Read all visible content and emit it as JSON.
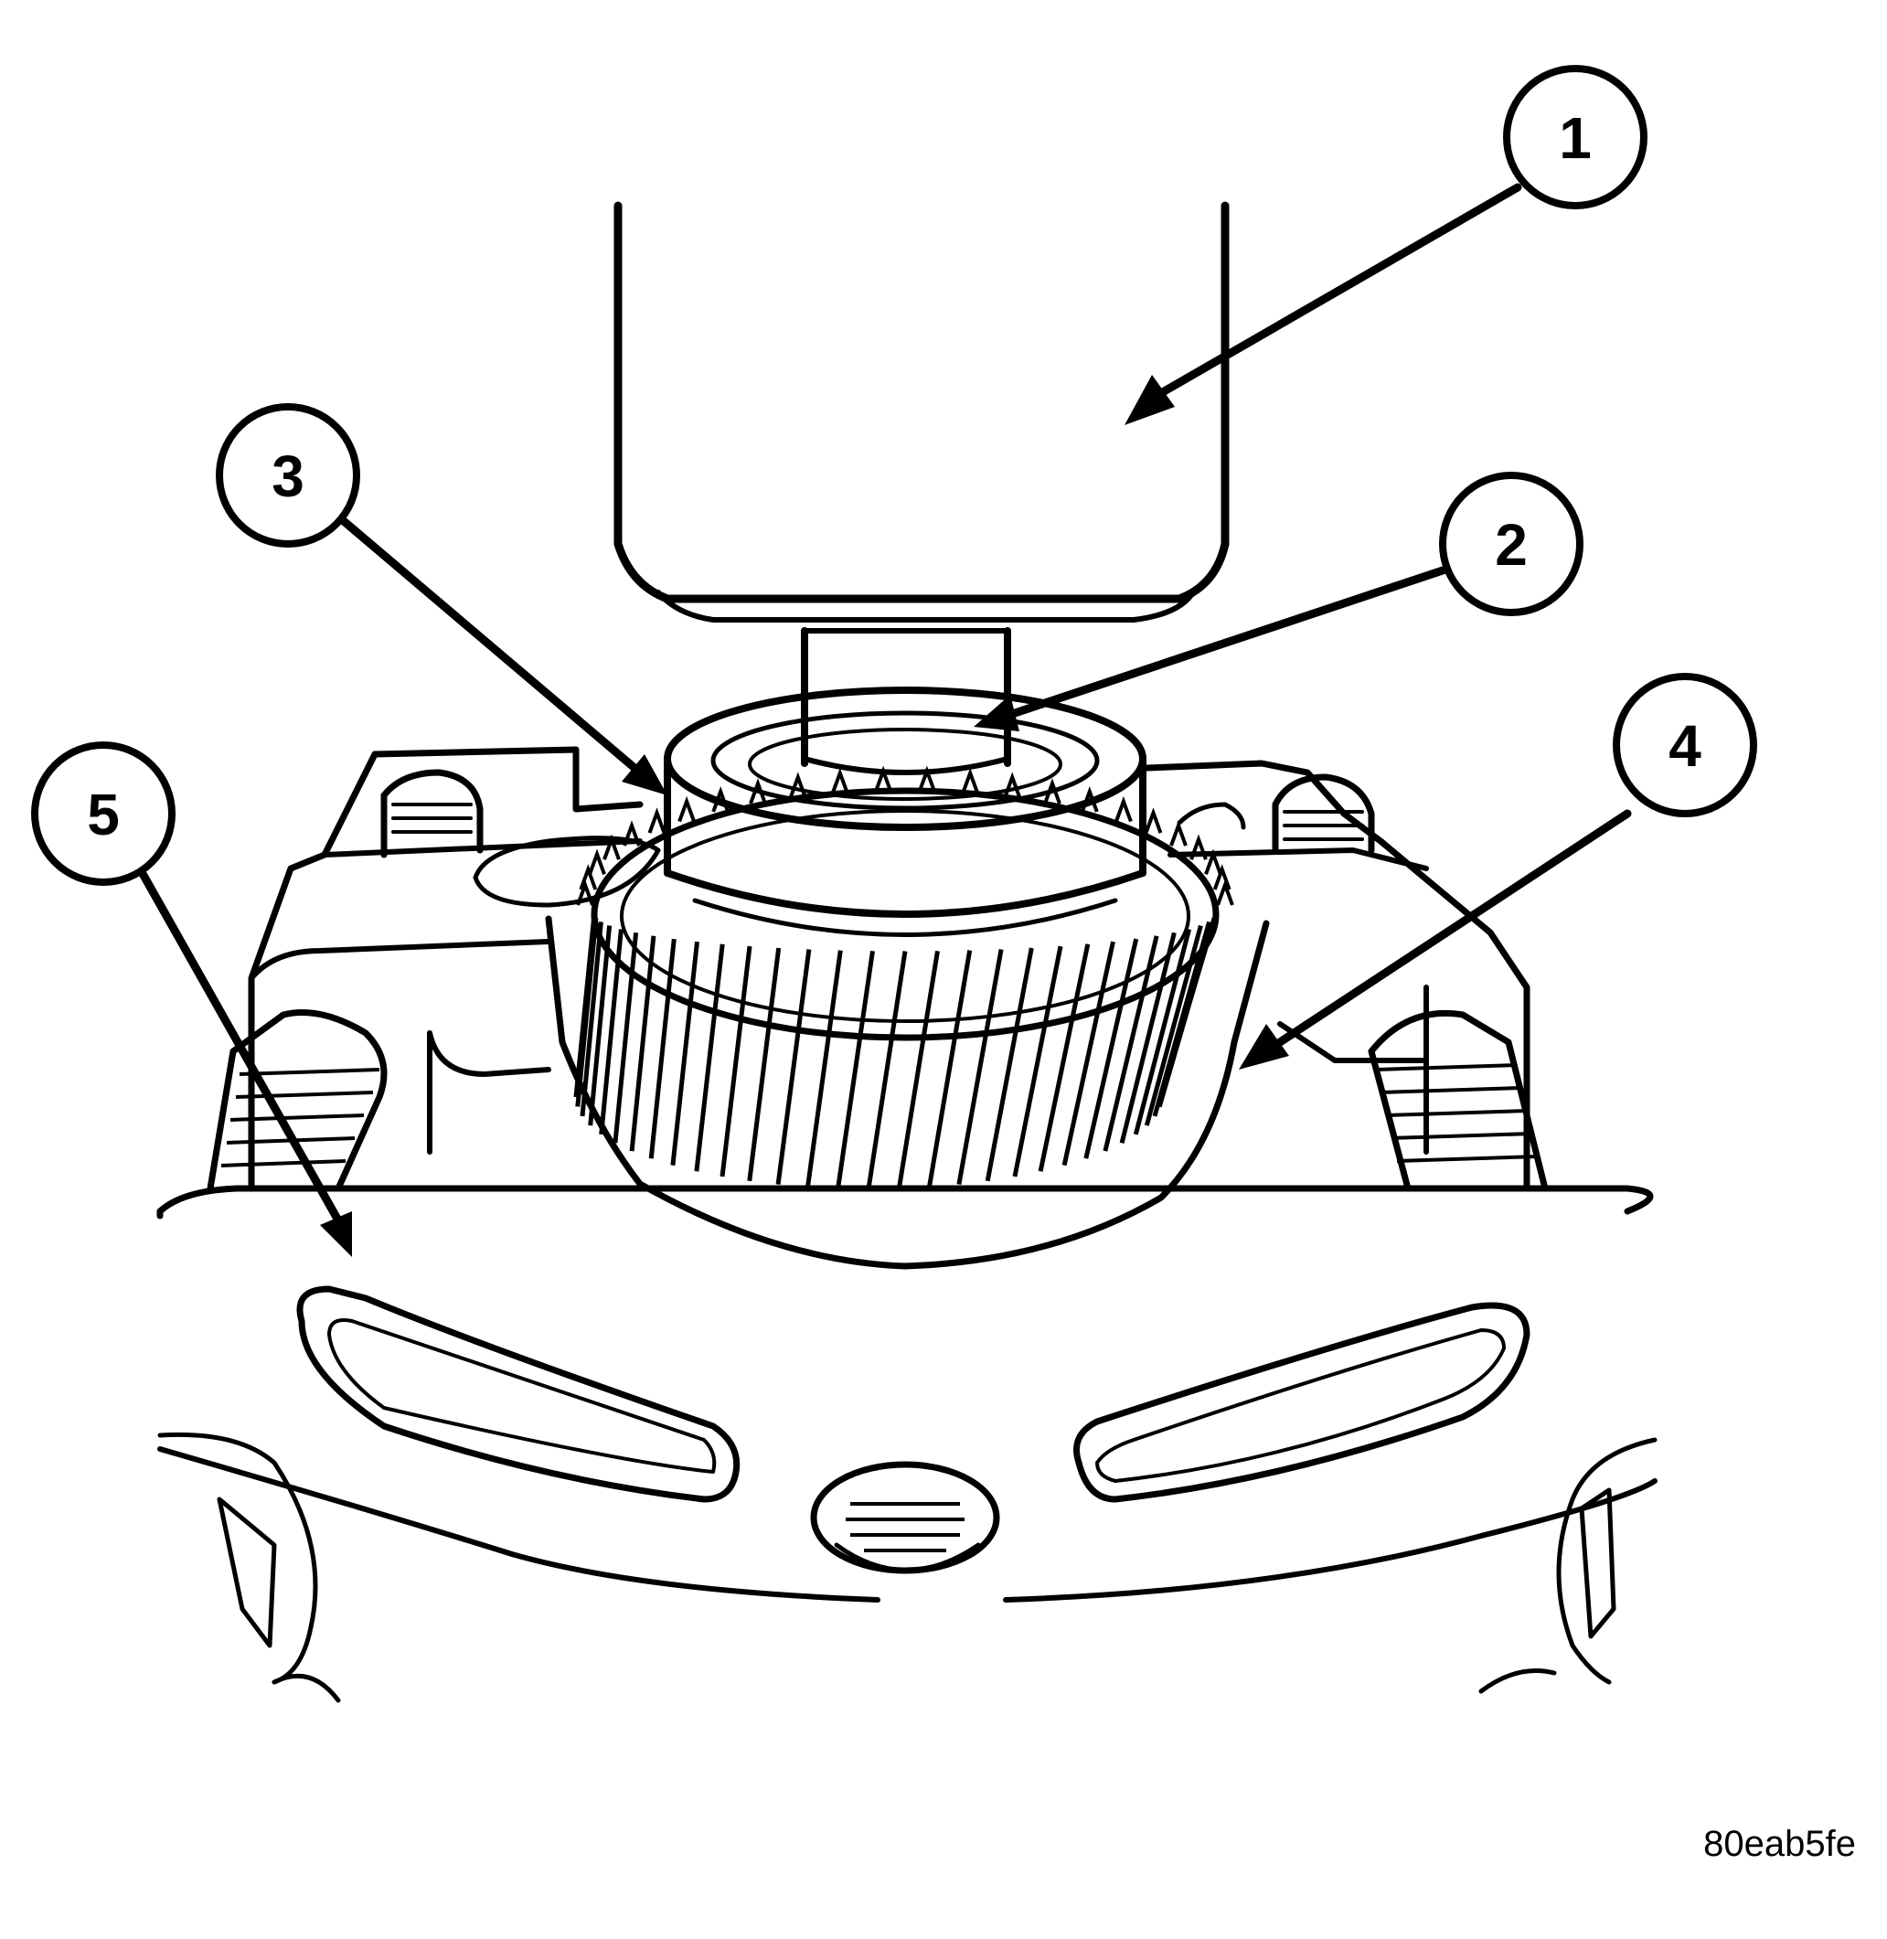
{
  "callouts": [
    {
      "id": "1",
      "label": "1"
    },
    {
      "id": "2",
      "label": "2"
    },
    {
      "id": "3",
      "label": "3"
    },
    {
      "id": "4",
      "label": "4"
    },
    {
      "id": "5",
      "label": "5"
    }
  ],
  "figure_id": "80eab5fe",
  "colors": {
    "line": "#000000",
    "background": "#ffffff"
  }
}
